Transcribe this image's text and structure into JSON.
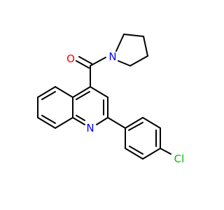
{
  "structure": {
    "atom_labels": {
      "oxygen": "O",
      "amide_nitrogen": "N",
      "ring_nitrogen": "N",
      "chlorine": "Cl"
    },
    "colors": {
      "bond": "#000000",
      "oxygen": "#ff0000",
      "nitrogen": "#0000ff",
      "chlorine": "#00c000",
      "background": "#ffffff"
    }
  }
}
